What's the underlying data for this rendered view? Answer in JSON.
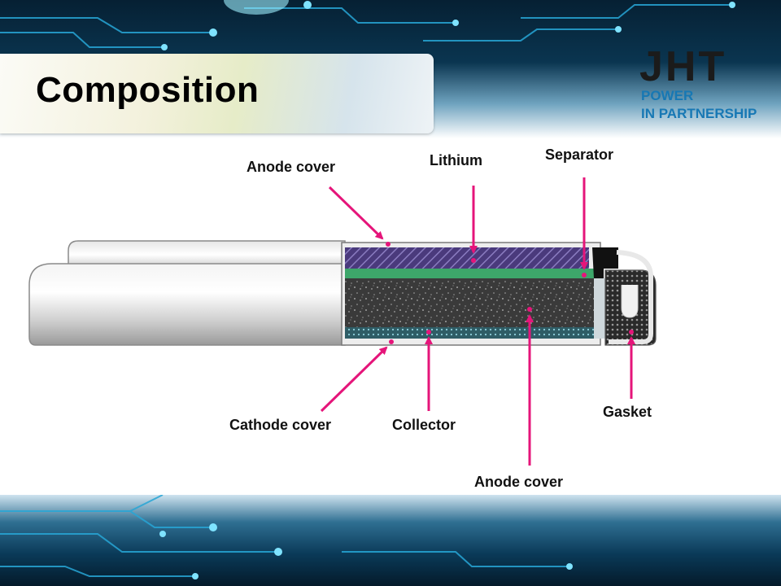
{
  "slide": {
    "title": "Composition"
  },
  "logo": {
    "mark": "JHT",
    "line1": "POWER",
    "line2": "IN PARTNERSHIP"
  },
  "labels": {
    "anode_cover_top": "Anode cover",
    "lithium": "Lithium",
    "separator": "Separator",
    "cathode_cover": "Cathode cover",
    "collector": "Collector",
    "anode_cover_bottom": "Anode cover",
    "gasket": "Gasket"
  },
  "colors": {
    "arrow": "#e5157a",
    "lithium": "#5b4a8a",
    "separator": "#3da66a",
    "cathode_mass": "#3b3b3b",
    "collector": "#3a6f7a",
    "shell": "#dcdcdc"
  }
}
